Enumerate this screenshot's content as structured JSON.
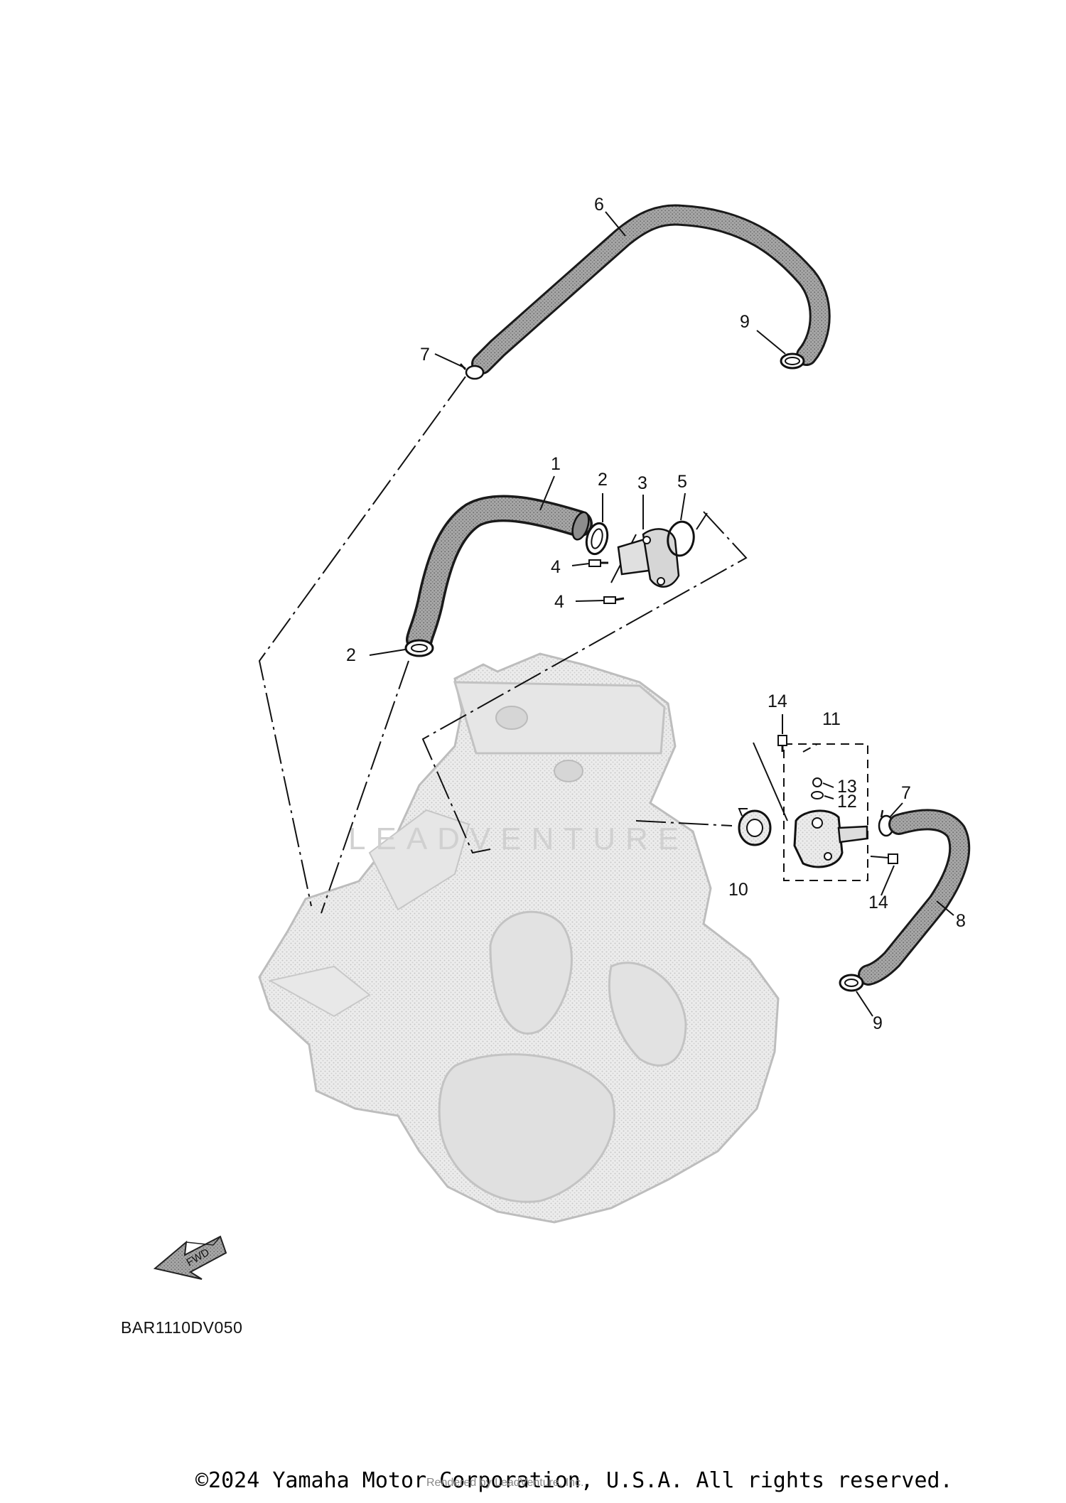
{
  "callouts": [
    {
      "id": "c6",
      "text": "6"
    },
    {
      "id": "c9a",
      "text": "9"
    },
    {
      "id": "c7a",
      "text": "7"
    },
    {
      "id": "c1",
      "text": "1"
    },
    {
      "id": "c2a",
      "text": "2"
    },
    {
      "id": "c3",
      "text": "3"
    },
    {
      "id": "c5",
      "text": "5"
    },
    {
      "id": "c4a",
      "text": "4"
    },
    {
      "id": "c4b",
      "text": "4"
    },
    {
      "id": "c2b",
      "text": "2"
    },
    {
      "id": "c14a",
      "text": "14"
    },
    {
      "id": "c11",
      "text": "11"
    },
    {
      "id": "c13",
      "text": "13"
    },
    {
      "id": "c12",
      "text": "12"
    },
    {
      "id": "c7b",
      "text": "7"
    },
    {
      "id": "c10",
      "text": "10"
    },
    {
      "id": "c14b",
      "text": "14"
    },
    {
      "id": "c8",
      "text": "8"
    },
    {
      "id": "c9b",
      "text": "9"
    }
  ],
  "fwd_label": "FWD",
  "reference_code": "BAR1110DV050",
  "copyright": "©2024 Yamaha Motor Corporation, U.S.A. All rights reserved.",
  "rendered_by": "Rendered by LeadVenture, Inc.",
  "watermark": "LEADVENTURE",
  "colors": {
    "line": "#111111",
    "hose": "#9a9a9a",
    "engine": "#e4e4e4",
    "engine_stroke": "#b8b8b8"
  }
}
